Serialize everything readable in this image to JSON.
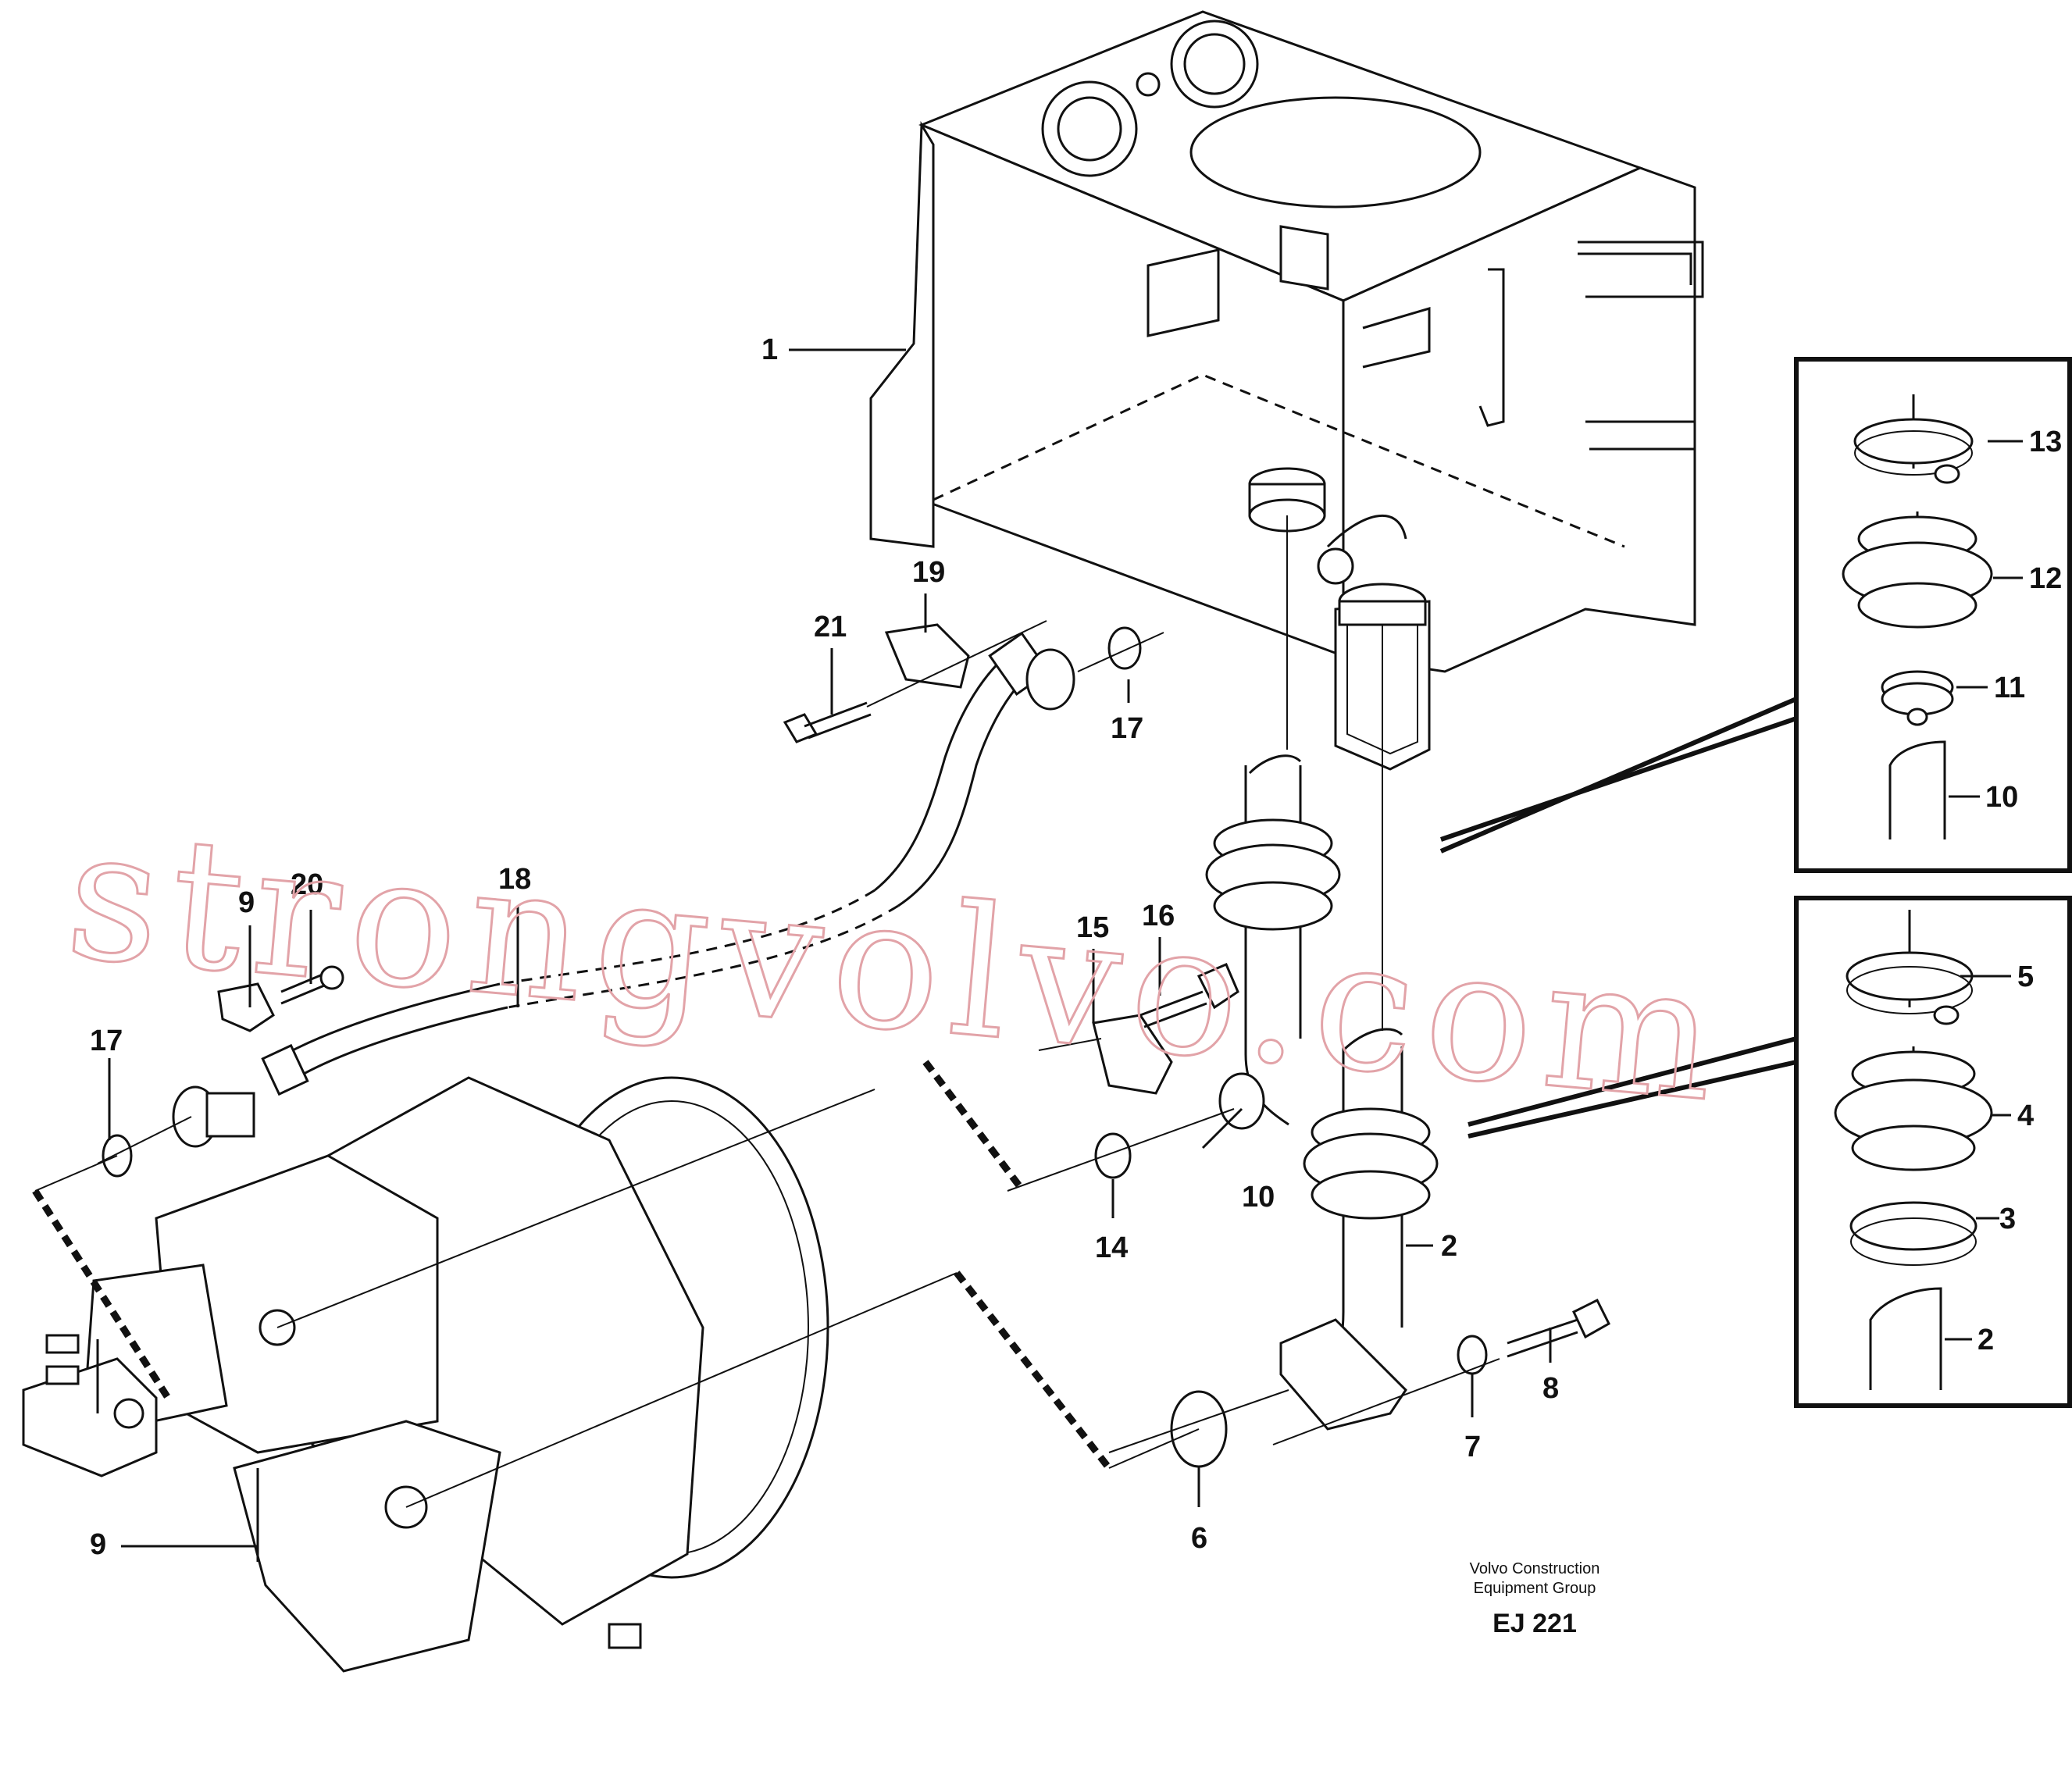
{
  "callouts": {
    "c1": "1",
    "c2": "2",
    "c6": "6",
    "c7": "7",
    "c8": "8",
    "c9a": "9",
    "c9b": "9",
    "c10": "10",
    "c14": "14",
    "c15": "15",
    "c16": "16",
    "c17a": "17",
    "c17b": "17",
    "c18": "18",
    "c19": "19",
    "c20": "20",
    "c21": "21"
  },
  "detail_top": {
    "c13": "13",
    "c12": "12",
    "c11": "11",
    "c10": "10"
  },
  "detail_bottom": {
    "c5": "5",
    "c4": "4",
    "c3": "3",
    "c2": "2"
  },
  "footer": {
    "line1": "Volvo Construction",
    "line2": "Equipment Group",
    "code": "EJ 221"
  },
  "watermark": {
    "text": "strongvolvo.com",
    "color": "#e2a3a8"
  },
  "colors": {
    "ink": "#111111",
    "background": "#ffffff"
  }
}
